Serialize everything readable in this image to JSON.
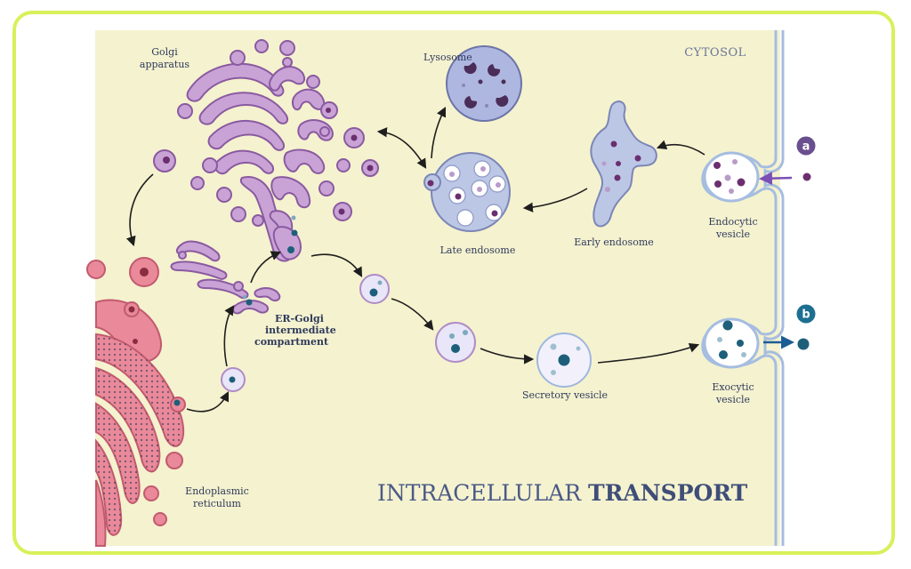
{
  "labels": {
    "golgi_line1": "Golgi",
    "golgi_line2": "apparatus",
    "lysosome": "Lysosome",
    "cytosol": "CYTOSOL",
    "late_endosome": "Late endosome",
    "early_endosome": "Early endosome",
    "endocytic_line1": "Endocytic",
    "endocytic_line2": "vesicle",
    "ergic_line1": "ER-Golgi",
    "ergic_line2": "intermediate",
    "ergic_line3": "compartment",
    "secretory_vesicle": "Secretory vesicle",
    "exocytic_line1": "Exocytic",
    "exocytic_line2": "vesicle",
    "er_line1": "Endoplasmic",
    "er_line2": "reticulum"
  },
  "title": {
    "light": "INTRACELLULAR ",
    "bold": "TRANSPORT"
  },
  "badges": {
    "a": "a",
    "b": "b"
  },
  "colors": {
    "frame": "#d8f05a",
    "cytosol": "#f5f2cf",
    "membrane": "#9fb8dd",
    "golgi": "#c9a3d6",
    "er": "#e9899a",
    "endosome": "#bcc7e6",
    "cargo_purple": "#6b2f6f",
    "cargo_teal": "#1d5f7a",
    "badge_a": "#6a4f8e",
    "badge_b": "#1c6f91"
  }
}
